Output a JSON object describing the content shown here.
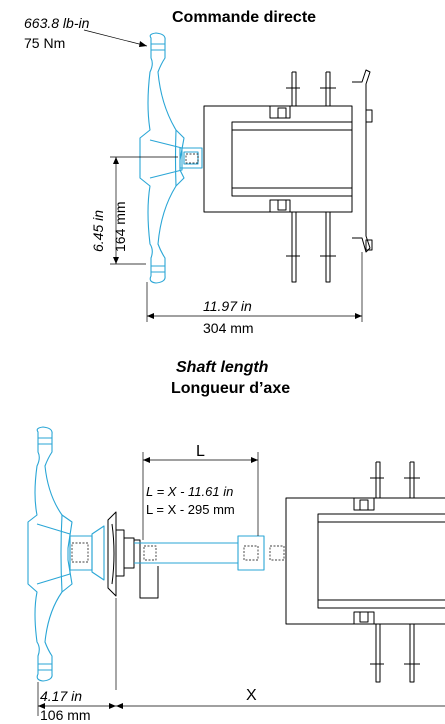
{
  "top_view": {
    "title_line": "Commande directe",
    "torque_imperial": "663.8 lb-in",
    "torque_metric": "75 Nm",
    "height_imperial": "6.45 in",
    "height_metric": "164 mm",
    "depth_imperial": "11.97 in",
    "depth_metric": "304 mm"
  },
  "shaft_section": {
    "title_en": "Shaft length",
    "title_fr": "Longueur d’axe"
  },
  "bottom_view": {
    "l_symbol": "L",
    "l_formula_imperial": "L = X - 11.61 in",
    "l_formula_metric": "L = X - 295 mm",
    "offset_imperial": "4.17 in",
    "offset_metric": "106 mm",
    "x_symbol": "X"
  },
  "colors": {
    "handle": "#2aa6d6",
    "line": "#000000"
  }
}
